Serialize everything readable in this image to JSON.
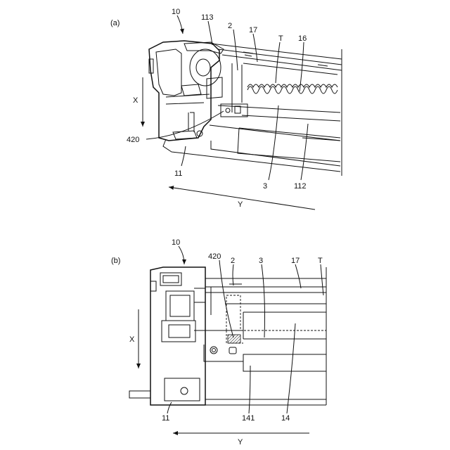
{
  "panel_a": {
    "tag": "(a)",
    "labels": {
      "l10": "10",
      "l113": "113",
      "l2": "2",
      "l17": "17",
      "lT": "T",
      "l16": "16",
      "lX": "X",
      "l420": "420",
      "l11": "11",
      "l3": "3",
      "l112": "112",
      "lY": "Y"
    }
  },
  "panel_b": {
    "tag": "(b)",
    "labels": {
      "l10": "10",
      "l420": "420",
      "l2": "2",
      "l3": "3",
      "l17": "17",
      "lT": "T",
      "lX": "X",
      "l11": "11",
      "l141": "141",
      "l14": "14",
      "lY": "Y"
    }
  }
}
